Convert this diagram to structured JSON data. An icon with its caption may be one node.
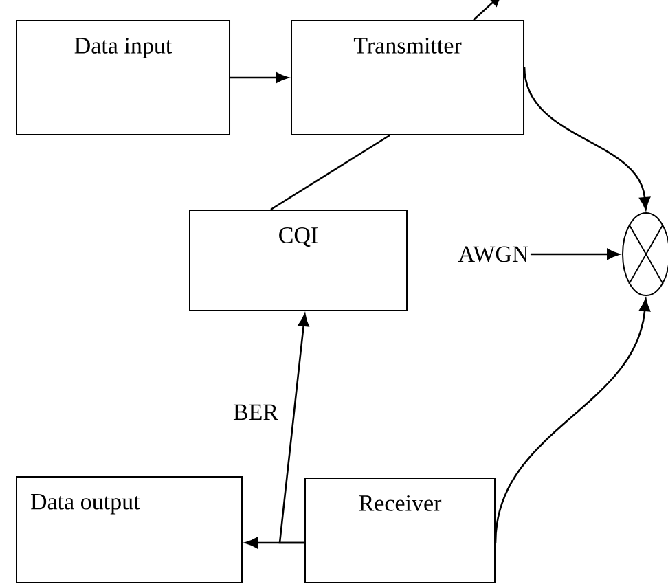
{
  "diagram": {
    "nodes": [
      {
        "text": [
          "Data input"
        ]
      },
      {
        "text": [
          "Transmitter"
        ]
      },
      {
        "text": [
          "CQI"
        ]
      },
      {
        "text": [
          "AWGN"
        ]
      },
      {
        "text": [],
        "shape": "circle"
      },
      {
        "text": [
          "Data output"
        ]
      },
      {
        "text": [
          "Receiver"
        ]
      }
    ],
    "edges": [
      {
        "from": 0,
        "to": 1,
        "arrow": "to"
      },
      {
        "from": 1,
        "to": null,
        "arrow": "to"
      },
      {
        "from": 2,
        "to": 1,
        "arrow": "none"
      },
      {
        "from": 6,
        "to": 5,
        "arrow": "to"
      },
      {
        "from": 6,
        "to": 2,
        "arrow": "to",
        "label": "BER"
      },
      {
        "from": 1,
        "to": 4,
        "arrow": "to"
      },
      {
        "from": 3,
        "to": 4,
        "arrow": "to"
      },
      {
        "from": 6,
        "to": 4,
        "arrow": "to"
      }
    ]
  }
}
